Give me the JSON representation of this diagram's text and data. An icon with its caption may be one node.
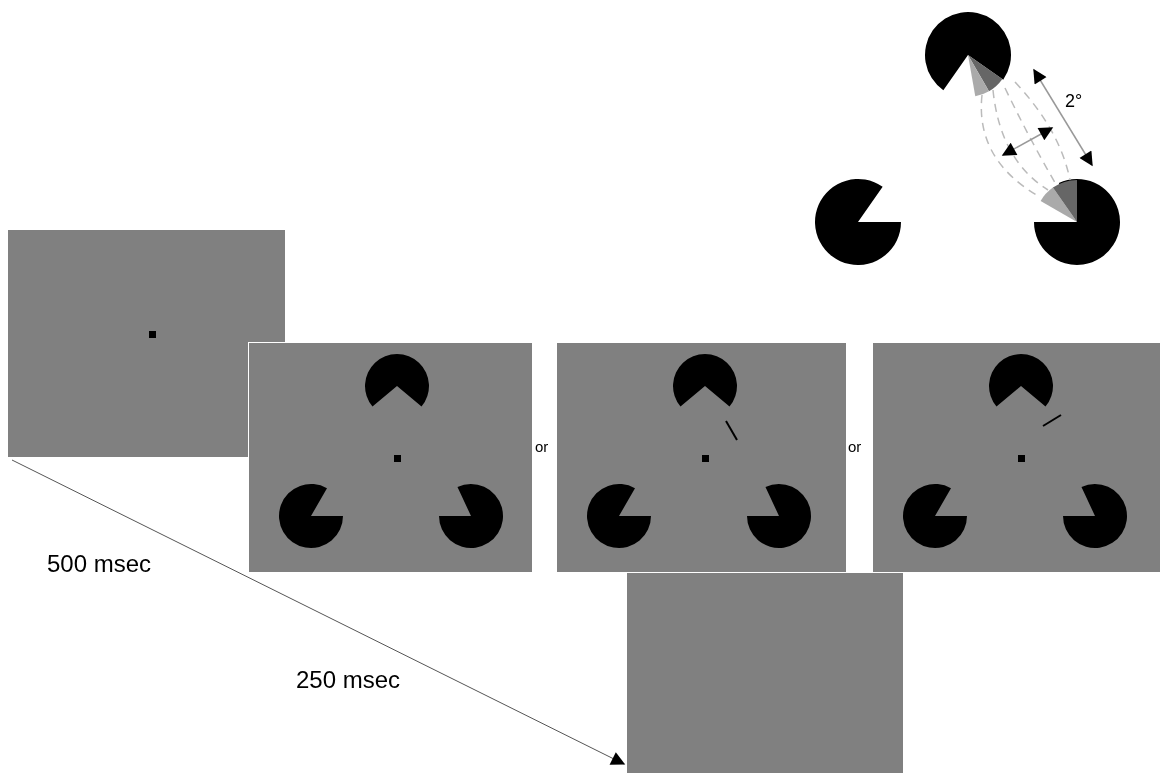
{
  "diagram": {
    "nodes": [
      {
        "text": [],
        "shape": "picture"
      },
      {
        "text": [],
        "shape": "picture"
      },
      {
        "text": [],
        "shape": "picture"
      },
      {
        "text": [],
        "shape": "picture"
      },
      {
        "text": [],
        "shape": "box"
      }
    ],
    "edges": [
      {
        "from": 0,
        "to": 4,
        "arrow": "to"
      }
    ],
    "labels": [
      "2°",
      "or",
      "or",
      "500 msec",
      "250 msec"
    ]
  }
}
